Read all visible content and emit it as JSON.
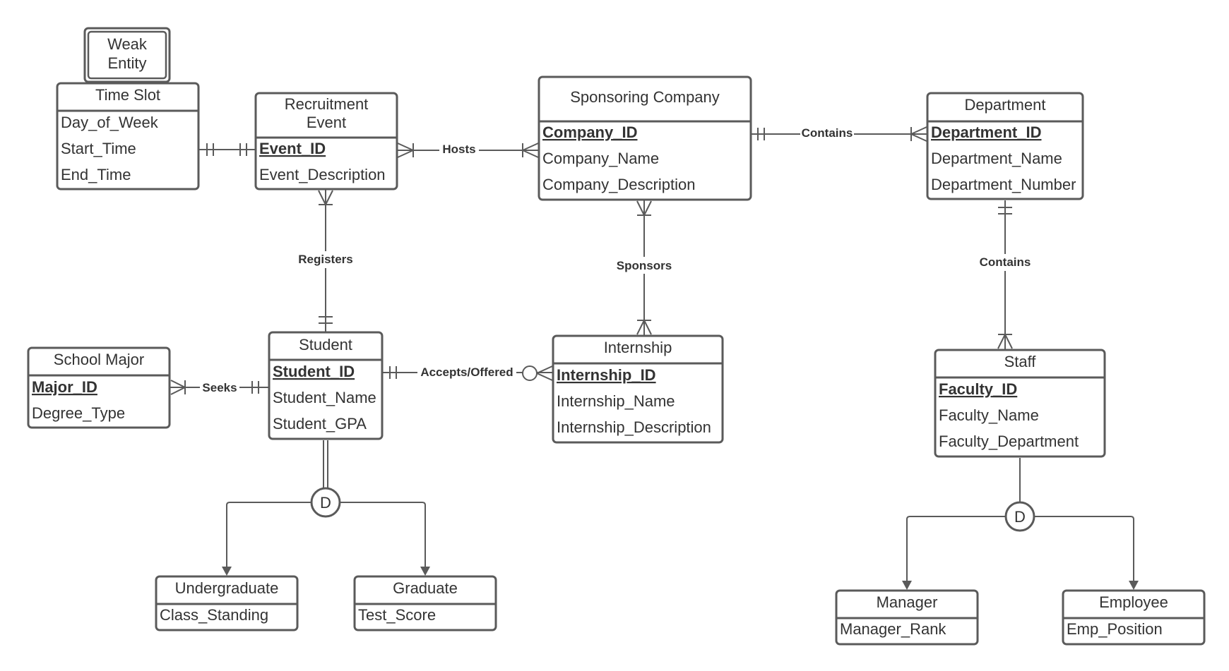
{
  "entities": {
    "weak_entity_legend": {
      "label_line1": "Weak",
      "label_line2": "Entity"
    },
    "time_slot": {
      "title": "Time Slot",
      "attributes": [
        "Day_of_Week",
        "Start_Time",
        "End_Time"
      ]
    },
    "recruitment_event": {
      "title_line1": "Recruitment",
      "title_line2": "Event",
      "pk": "Event_ID",
      "attributes": [
        "Event_Description"
      ]
    },
    "sponsoring_company": {
      "title": "Sponsoring Company",
      "pk": "Company_ID",
      "attributes": [
        "Company_Name",
        "Company_Description"
      ]
    },
    "department": {
      "title": "Department",
      "pk": "Department_ID",
      "attributes": [
        "Department_Name",
        "Department_Number"
      ]
    },
    "school_major": {
      "title": "School Major",
      "pk": "Major_ID",
      "attributes": [
        "Degree_Type"
      ]
    },
    "student": {
      "title": "Student",
      "pk": "Student_ID",
      "attributes": [
        "Student_Name",
        "Student_GPA"
      ]
    },
    "internship": {
      "title": "Internship",
      "pk": "Internship_ID",
      "attributes": [
        "Internship_Name",
        "Internship_Description"
      ]
    },
    "staff": {
      "title": "Staff",
      "pk": "Faculty_ID",
      "attributes": [
        "Faculty_Name",
        "Faculty_Department"
      ]
    },
    "undergraduate": {
      "title": "Undergraduate",
      "attributes": [
        "Class_Standing"
      ]
    },
    "graduate": {
      "title": "Graduate",
      "attributes": [
        "Test_Score"
      ]
    },
    "manager": {
      "title": "Manager",
      "attributes": [
        "Manager_Rank"
      ]
    },
    "employee": {
      "title": "Employee",
      "attributes": [
        "Emp_Position"
      ]
    }
  },
  "relationships": {
    "hosts": "Hosts",
    "contains_top": "Contains",
    "registers": "Registers",
    "sponsors": "Sponsors",
    "contains_side": "Contains",
    "seeks": "Seeks",
    "accepts_offered": "Accepts/Offered"
  },
  "specializations": {
    "student_disjoint": "D",
    "staff_disjoint": "D"
  },
  "colors": {
    "stroke": "#5a5a5a",
    "text": "#333333",
    "background": "#ffffff"
  }
}
